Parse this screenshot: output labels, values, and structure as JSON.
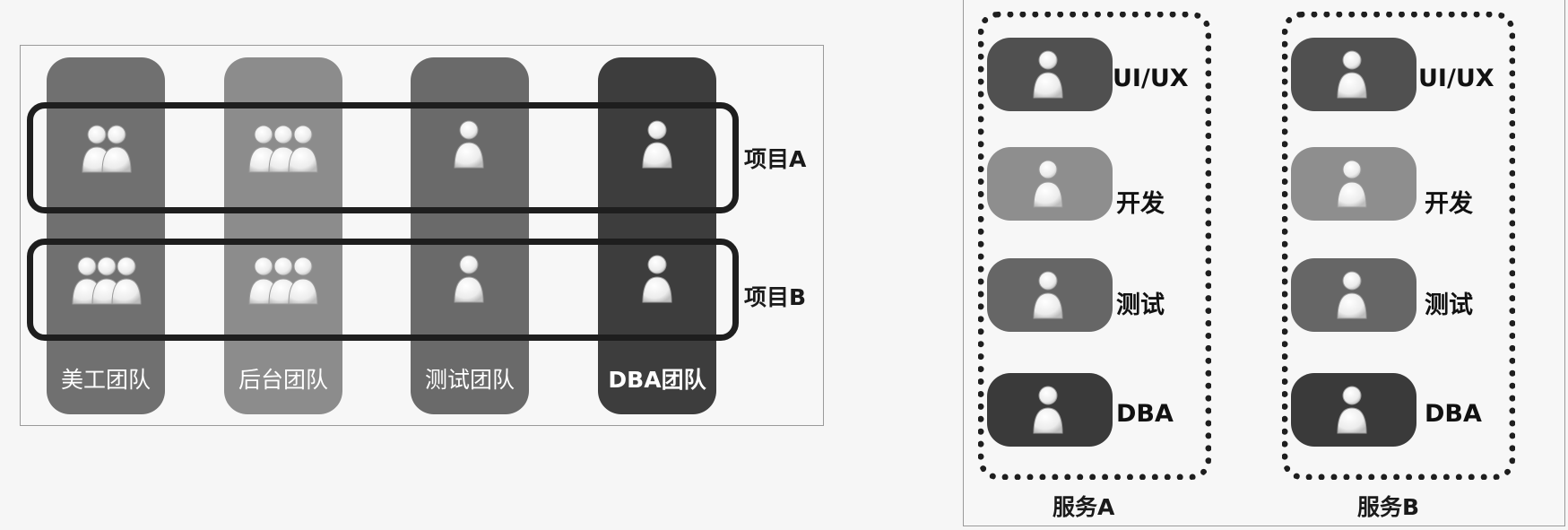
{
  "left_diagram": {
    "teams": [
      {
        "label": "美工团队",
        "color": "#707070",
        "members_a": 2,
        "members_b": 3
      },
      {
        "label": "后台团队",
        "color": "#8c8c8c",
        "members_a": 3,
        "members_b": 3
      },
      {
        "label": "测试团队",
        "color": "#6a6a6a",
        "members_a": 1,
        "members_b": 1
      },
      {
        "label": "DBA团队",
        "color": "#3d3d3d",
        "members_a": 1,
        "members_b": 1
      }
    ],
    "projects": [
      {
        "label": "项目A"
      },
      {
        "label": "项目B"
      }
    ]
  },
  "right_diagram": {
    "services": [
      {
        "label": "服务A",
        "roles": [
          {
            "label": "UI/UX",
            "color": "#505050"
          },
          {
            "label": "开发",
            "color": "#8e8e8e"
          },
          {
            "label": "测试",
            "color": "#666666"
          },
          {
            "label": "DBA",
            "color": "#3a3a3a"
          }
        ]
      },
      {
        "label": "服务B",
        "roles": [
          {
            "label": "UI/UX",
            "color": "#505050"
          },
          {
            "label": "开发",
            "color": "#8e8e8e"
          },
          {
            "label": "测试",
            "color": "#666666"
          },
          {
            "label": "DBA",
            "color": "#3a3a3a"
          }
        ]
      }
    ]
  }
}
